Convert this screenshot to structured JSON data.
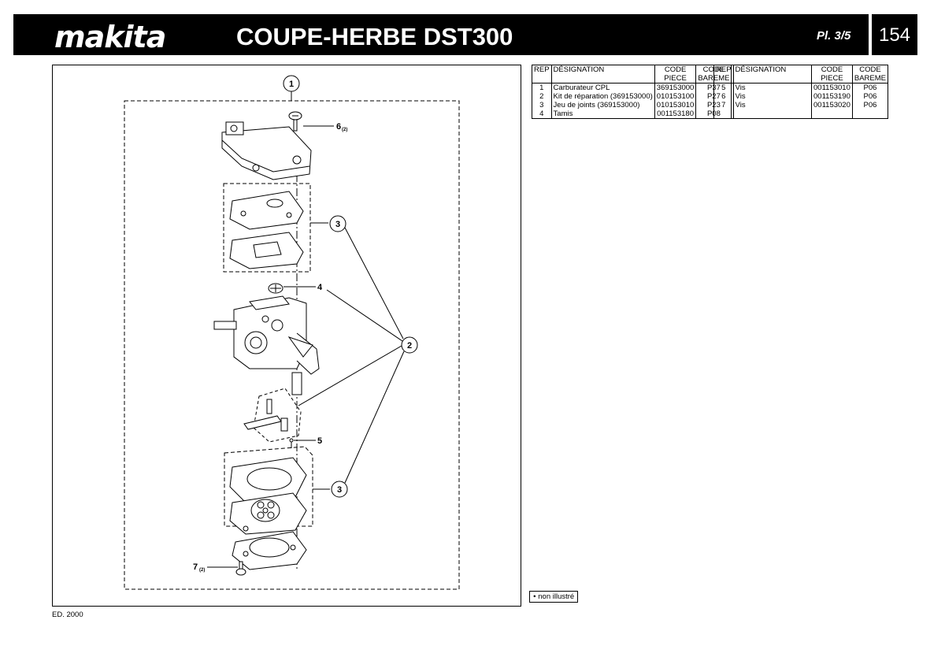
{
  "header": {
    "brand": "makita",
    "title": "COUPE-HERBE DST300",
    "plate": "Pl. 3/5",
    "page_number": "154"
  },
  "diagram": {
    "callouts": [
      "1",
      "2",
      "3",
      "3",
      "4",
      "5",
      "6",
      "7"
    ],
    "qty_labels": {
      "six": "(2)",
      "seven": "(2)"
    }
  },
  "parts_table_left": {
    "headers": [
      "REP",
      "DÉSIGNATION",
      "CODE PIECE",
      "CODE BAREME"
    ],
    "header_lines": {
      "code1": [
        "CODE",
        "PIECE"
      ],
      "code2": [
        "CODE",
        "BAREME"
      ]
    },
    "rows": [
      {
        "rep": "1",
        "designation": "Carburateur CPL",
        "code_piece": "369153000",
        "code_bareme": "P37"
      },
      {
        "rep": "2",
        "designation": "Kit de réparation (369153000)",
        "code_piece": "010153100",
        "code_bareme": "P27"
      },
      {
        "rep": "3",
        "designation": "Jeu de joints (369153000)",
        "code_piece": "010153010",
        "code_bareme": "P23"
      },
      {
        "rep": "4",
        "designation": "Tamis",
        "code_piece": "001153180",
        "code_bareme": "P08"
      }
    ]
  },
  "parts_table_right": {
    "headers": [
      "REP",
      "DÉSIGNATION",
      "CODE PIECE",
      "CODE BAREME"
    ],
    "header_lines": {
      "code1": [
        "CODE",
        "PIECE"
      ],
      "code2": [
        "CODE",
        "BAREME"
      ]
    },
    "rows": [
      {
        "rep": "5",
        "designation": "Vis",
        "code_piece": "001153010",
        "code_bareme": "P06"
      },
      {
        "rep": "6",
        "designation": "Vis",
        "code_piece": "001153190",
        "code_bareme": "P06"
      },
      {
        "rep": "7",
        "designation": "Vis",
        "code_piece": "001153020",
        "code_bareme": "P06"
      }
    ]
  },
  "legend": "non illustré",
  "legend_symbol": "●",
  "edition": "ED. 2000"
}
